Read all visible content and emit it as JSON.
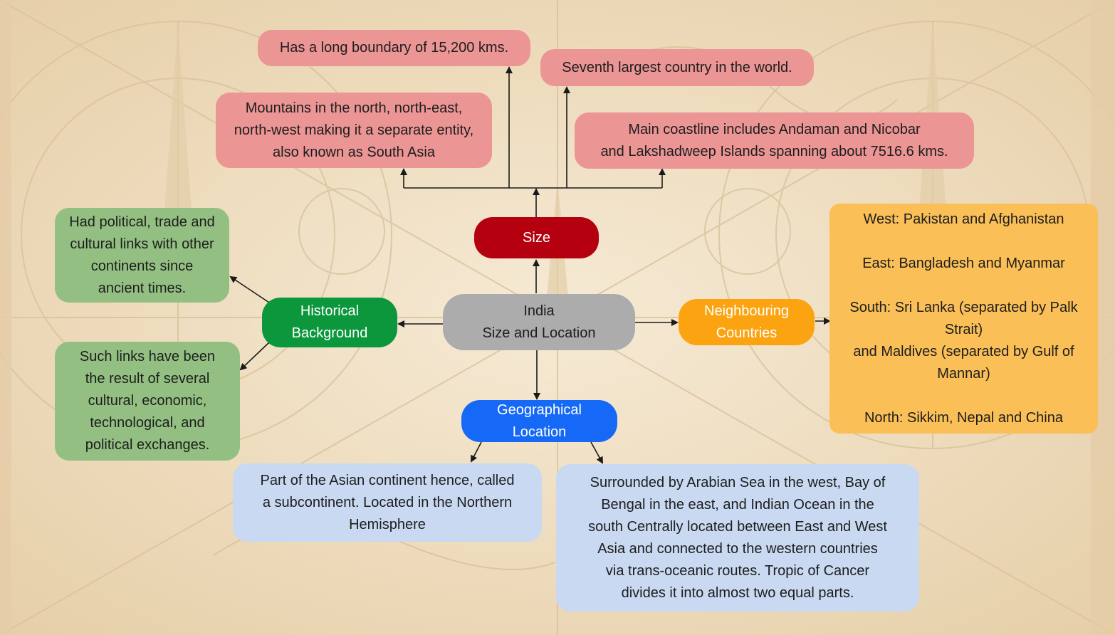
{
  "center": {
    "line1": "India",
    "line2": "Size and Location"
  },
  "size": {
    "label": "Size",
    "facts": {
      "boundary": "Has a long boundary of 15,200 kms.",
      "rank": "Seventh largest country in the world.",
      "mountains": [
        "Mountains in the north, north-east,",
        "north-west making it a separate entity,",
        "also known as South Asia"
      ],
      "coastline": [
        "Main coastline includes Andaman and Nicobar",
        "and Lakshadweep Islands spanning about 7516.6 kms."
      ]
    }
  },
  "historical": {
    "label": [
      "Historical",
      "Background"
    ],
    "links": [
      "Had political, trade and",
      "cultural links with other",
      "continents since",
      "ancient times."
    ],
    "result": [
      "Such links have been",
      "the result of several",
      "cultural, economic,",
      "technological, and",
      "political exchanges."
    ]
  },
  "neighbouring": {
    "label": [
      "Neighbouring",
      "Countries"
    ],
    "west": "West: Pakistan and Afghanistan",
    "east": "East: Bangladesh and Myanmar",
    "south": [
      "South: Sri Lanka (separated by Palk",
      "Strait)",
      "and Maldives (separated by Gulf of",
      "Mannar)"
    ],
    "north": "North: Sikkim, Nepal and China"
  },
  "geographical": {
    "label": [
      "Geographical",
      "Location"
    ],
    "asian": [
      "Part of the Asian continent hence,  called",
      "a subcontinent. Located in the Northern",
      "Hemisphere"
    ],
    "surrounded": [
      "Surrounded by Arabian Sea in the west, Bay of",
      "Bengal in the east, and Indian Ocean in the",
      "south Centrally located between East and West",
      "Asia and connected to the western countries",
      "via trans-oceanic routes. Tropic of Cancer",
      "divides it into almost two equal parts."
    ]
  },
  "colors": {
    "background": "#f3e5cc",
    "size_hub": "#b5000f",
    "size_facts": "#ec9595",
    "historical_hub": "#0c973d",
    "historical_facts": "#93c082",
    "neighbouring_hub": "#fca312",
    "neighbouring_facts": "#fbbf57",
    "geographical_hub": "#1669f6",
    "geographical_facts": "#c9d9f1",
    "center": "#acacac"
  }
}
